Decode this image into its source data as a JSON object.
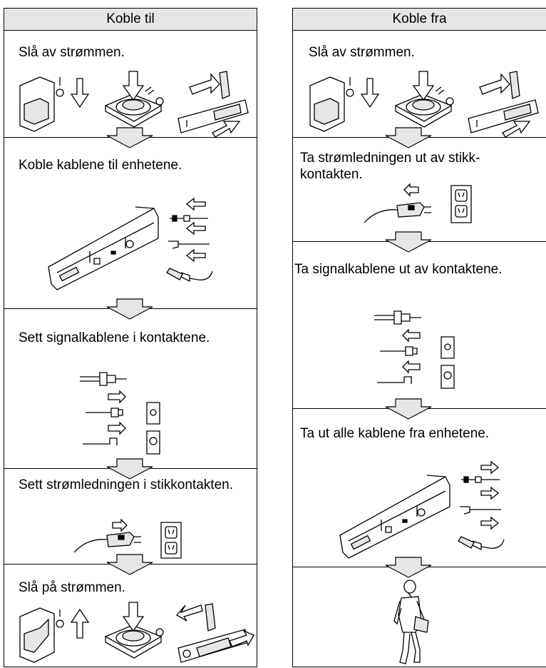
{
  "left": {
    "header": "Koble til",
    "steps": [
      {
        "text": "Slå av strømmen."
      },
      {
        "text": "Koble kablene til enhetene."
      },
      {
        "text": "Sett signalkablene i kontaktene."
      },
      {
        "text": "Sett strømledningen i stikkontakten."
      },
      {
        "text": "Slå på strømmen."
      }
    ]
  },
  "right": {
    "header": "Koble fra",
    "steps": [
      {
        "text": "Slå av strømmen."
      },
      {
        "text": "Ta strømledningen ut av stikk-\nkontakten."
      },
      {
        "text": "Ta signalkablene ut av kontaktene."
      },
      {
        "text": "Ta ut alle kablene fra enhetene."
      },
      {
        "text": ""
      }
    ]
  },
  "icons": {
    "power_switch": "power-switch-icon",
    "power_button": "power-button-icon",
    "rocker_switch": "rocker-switch-icon",
    "laptop_ports": "laptop-ports-icon",
    "signal_cables": "signal-cables-icon",
    "wall_outlet": "wall-outlet-icon",
    "power_plug": "power-plug-icon",
    "person": "person-walking-icon"
  },
  "colors": {
    "header_bg": "#e6e6e6",
    "arrow_fill": "#e6e6e6",
    "line": "#000000"
  }
}
